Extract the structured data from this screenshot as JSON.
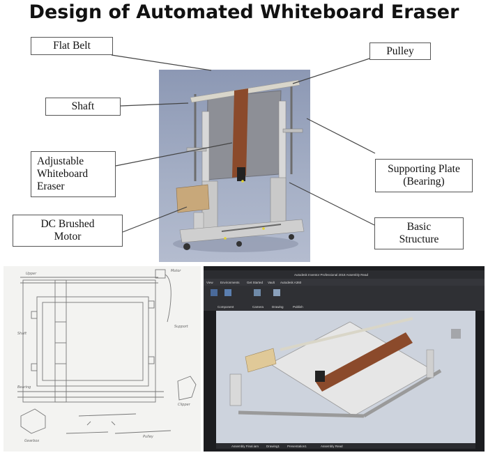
{
  "title": "Design of Automated Whiteboard Eraser",
  "labels": {
    "flat_belt": "Flat Belt",
    "pulley": "Pulley",
    "shaft": "Shaft",
    "eraser_1": "Adjustable",
    "eraser_2": "Whiteboard",
    "eraser_3": "Eraser",
    "plate_1": "Supporting Plate",
    "plate_2": "(Bearing)",
    "motor_1": "DC Brushed",
    "motor_2": "Motor",
    "structure_1": "Basic",
    "structure_2": "Structure"
  },
  "software": {
    "window_title": "Autodesk Inventor Professional 2018   Assembly Read",
    "menu": [
      "View",
      "Environments",
      "Get Started",
      "Vault",
      "Autodesk A360"
    ],
    "ribbon": [
      "Component",
      "Camera",
      "Drawing",
      "Publish"
    ],
    "tabs": [
      "Assembly Final.iam",
      "Drawing1",
      "Presentation1",
      "Assembly Read"
    ]
  },
  "sketch_labels": [
    "Upper",
    "Motor",
    "Shaft",
    "Bearing",
    "Support",
    "Clipper",
    "Gearbox",
    "Pulley"
  ],
  "colors": {
    "render_bg": "#9aa5bd",
    "belt": "#8b4a2b",
    "frame": "#c9c9c9",
    "motor_block": "#c8a87a",
    "software_bg": "#1c1d20"
  }
}
